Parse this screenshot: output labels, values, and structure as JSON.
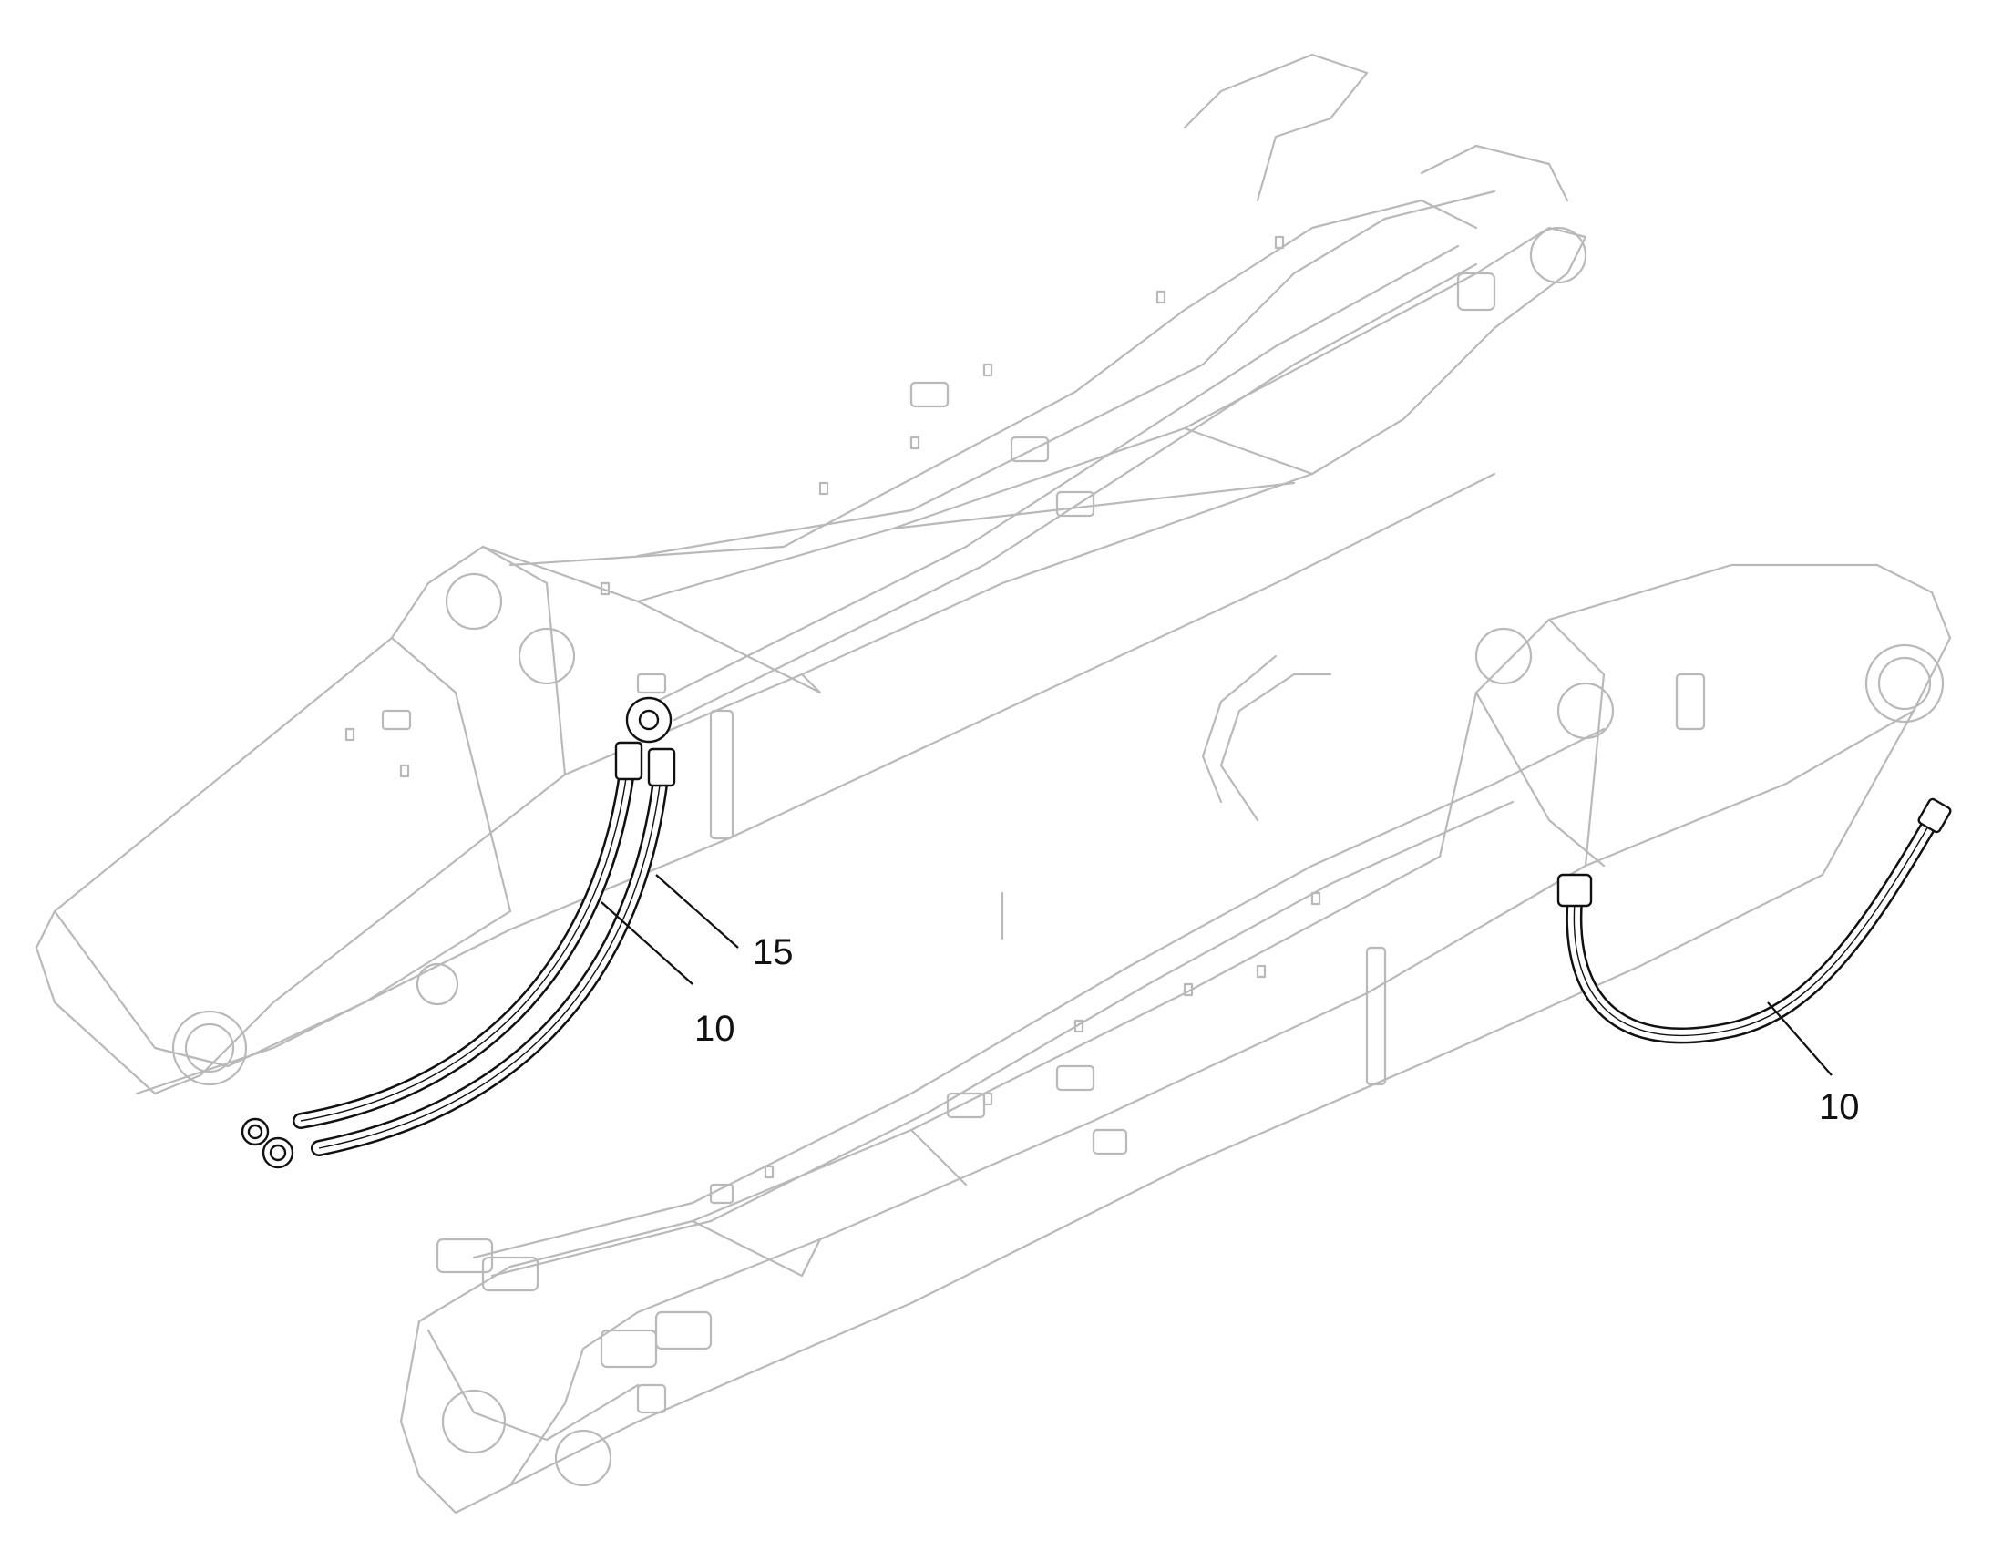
{
  "callouts": {
    "c1": "15",
    "c2": "10",
    "c3": "10"
  }
}
